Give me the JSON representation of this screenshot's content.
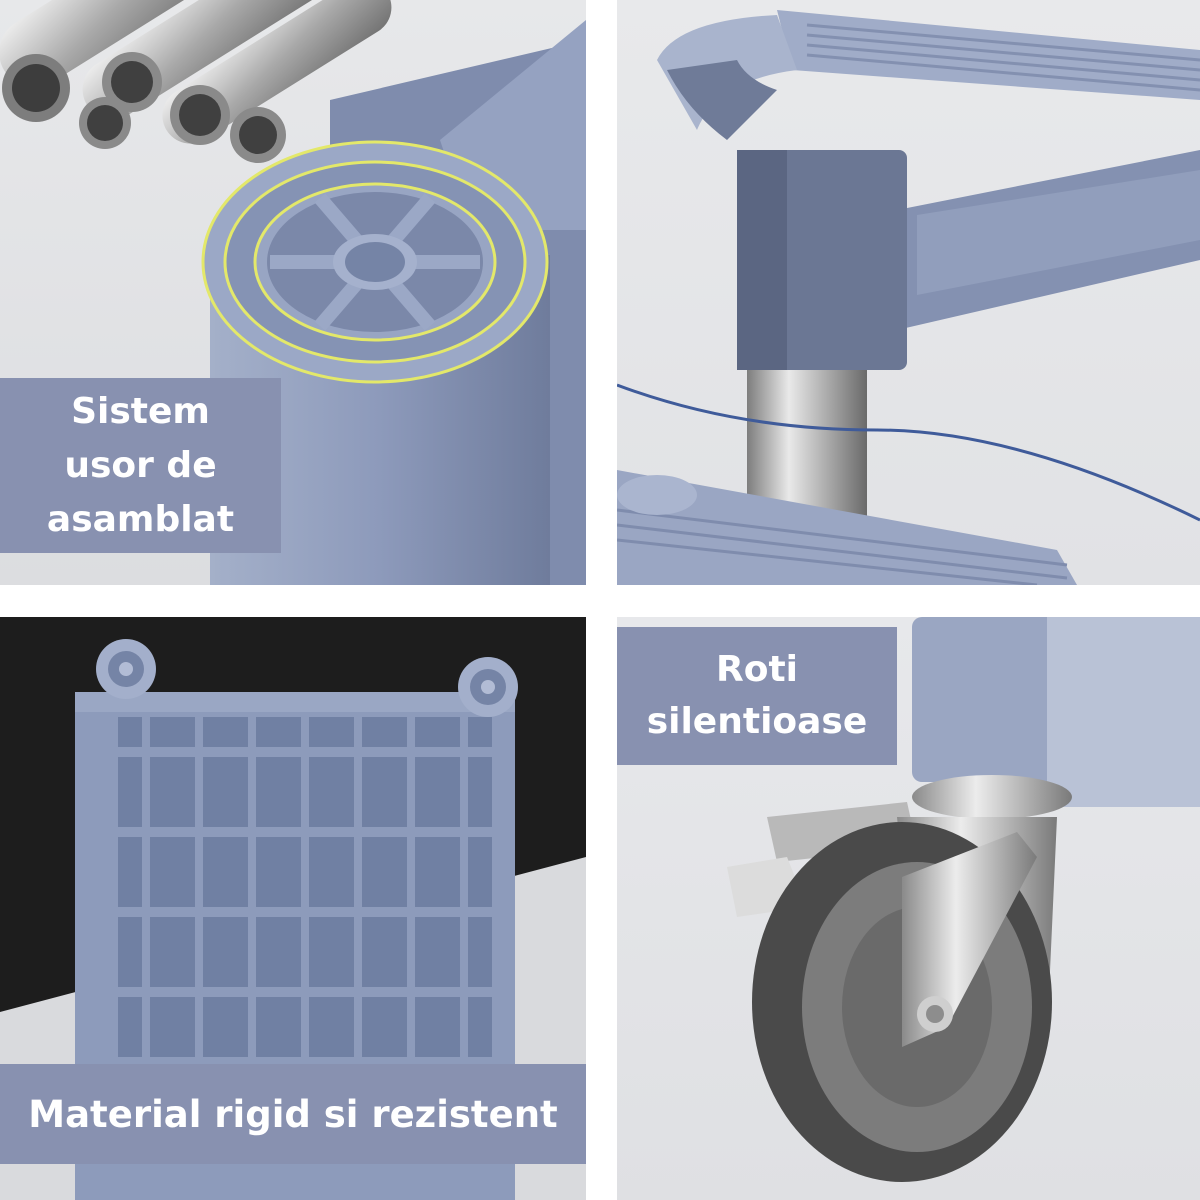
{
  "panels": [
    {
      "id": "assembly",
      "label_lines": [
        "Sistem",
        "usor de",
        "asamblat"
      ]
    },
    {
      "id": "joint"
    },
    {
      "id": "material",
      "label": "Material rigid si rezistent"
    },
    {
      "id": "wheels",
      "label_lines": [
        "Roti",
        "silentioase"
      ]
    }
  ],
  "colors": {
    "label_bg": "#8891b0",
    "label_text": "#ffffff",
    "product_blue": "#8c9ab8",
    "highlight_ring": "#e3e86a",
    "dark_background": "#1d1d1d"
  }
}
